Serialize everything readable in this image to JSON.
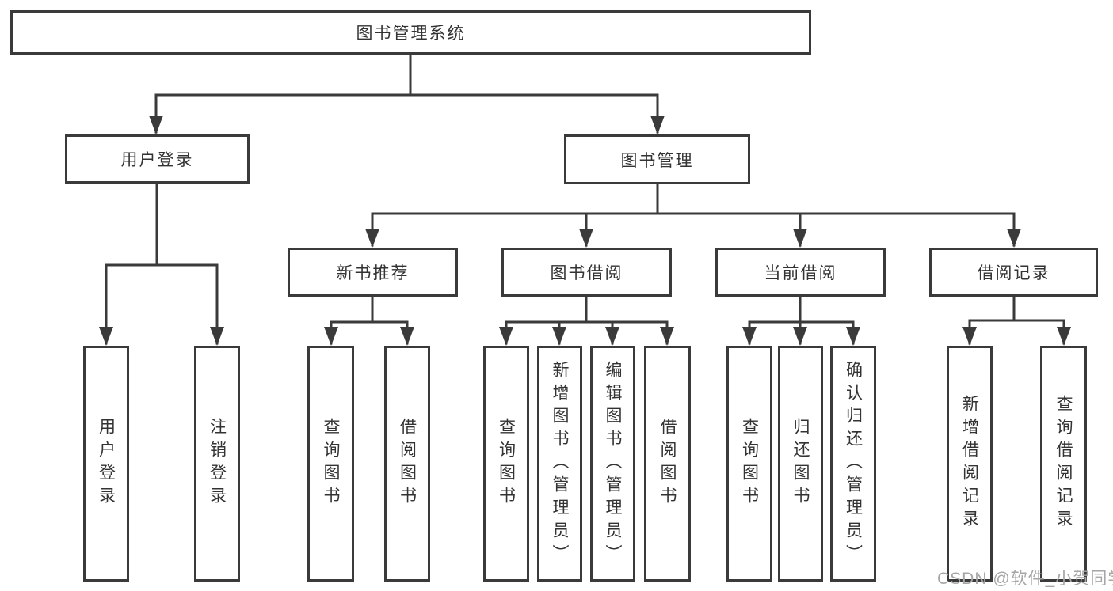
{
  "diagram": {
    "type": "hierarchy-tree",
    "root": {
      "label": "图书管理系统"
    },
    "branches": [
      {
        "label": "用户登录",
        "children": [
          {
            "label": "用户登录"
          },
          {
            "label": "注销登录"
          }
        ]
      },
      {
        "label": "图书管理",
        "children": [
          {
            "label": "新书推荐",
            "children": [
              {
                "label": "查询图书"
              },
              {
                "label": "借阅图书"
              }
            ]
          },
          {
            "label": "图书借阅",
            "children": [
              {
                "label": "查询图书"
              },
              {
                "label": "新增图书（管理员）"
              },
              {
                "label": "编辑图书（管理员）"
              },
              {
                "label": "借阅图书"
              }
            ]
          },
          {
            "label": "当前借阅",
            "children": [
              {
                "label": "查询图书"
              },
              {
                "label": "归还图书"
              },
              {
                "label": "确认归还（管理员）"
              }
            ]
          },
          {
            "label": "借阅记录",
            "children": [
              {
                "label": "新增借阅记录"
              },
              {
                "label": "查询借阅记录"
              }
            ]
          }
        ]
      }
    ]
  },
  "watermark": {
    "text": "CSDN @软件_小贺同学"
  },
  "colors": {
    "background": "#ffffff",
    "box_border": "#3a3a3a",
    "connector_line": "#3a3a3a",
    "text": "#333333",
    "watermark_text": "#a6a6a6"
  }
}
